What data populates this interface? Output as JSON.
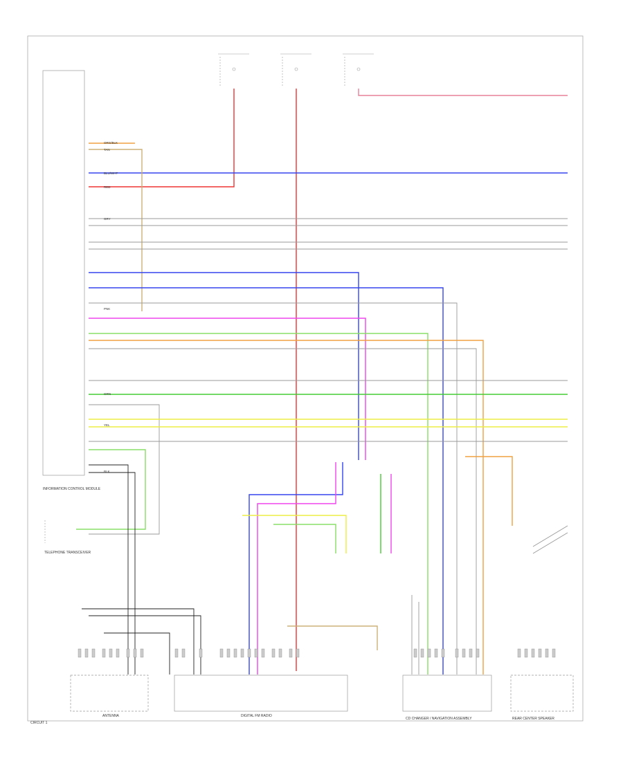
{
  "colors": {
    "red": "#ee3333",
    "pink": "#e8809a",
    "blue": "#3344ee",
    "green": "#44cc33",
    "light_green": "#88dd66",
    "magenta": "#ee44ee",
    "yellow": "#eeee44",
    "orange": "#f0a040",
    "tan": "#ccb077",
    "gray": "#999999",
    "black": "#222222"
  },
  "components": {
    "antenna": "ANTENNA",
    "radio": "DIGITAL FM RADIO",
    "cd_changer": "CD CHANGER / NAVIGATION ASSEMBLY",
    "rear_speaker": "REAR CENTER SPEAKER",
    "control_module": "INFORMATION CONTROL MODULE",
    "telephone": "TELEPHONE TRANSCEIVER"
  },
  "footer": "CIRCUIT 1",
  "wire_labels": {
    "red": "RED",
    "blue": "BLU/WHT",
    "green": "GRN",
    "yellow": "YEL",
    "gray": "GRY",
    "pink": "PNK",
    "orange": "ORG/BLK",
    "tan": "TAN",
    "black": "BLK"
  }
}
